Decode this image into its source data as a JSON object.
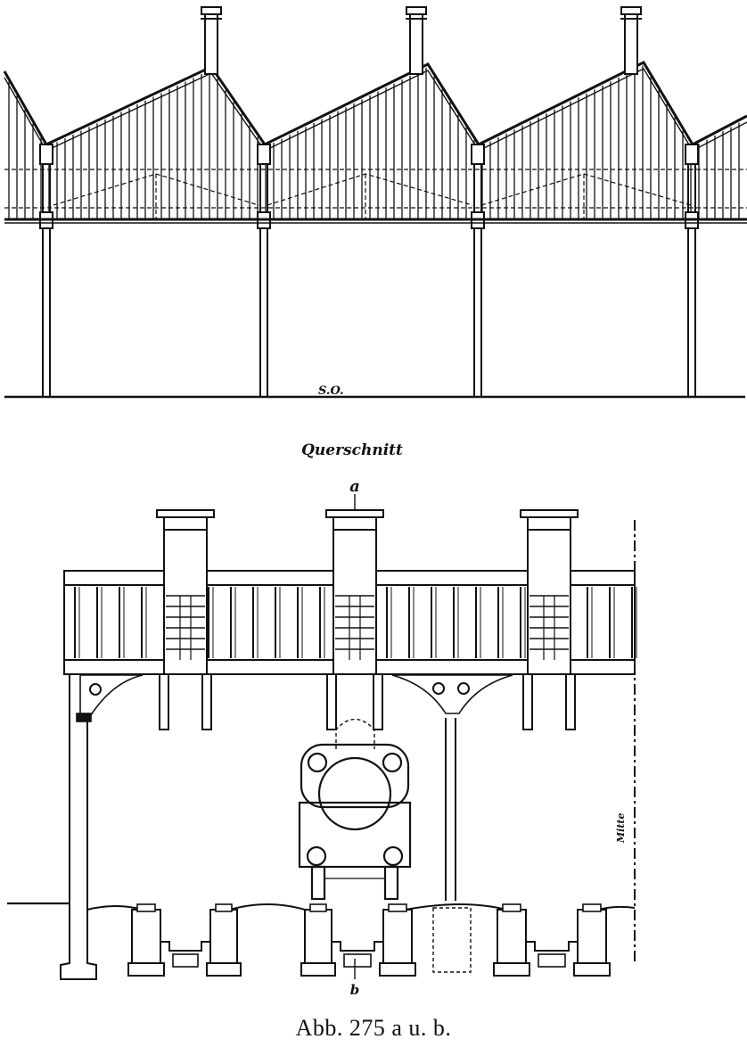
{
  "figure": {
    "section_label": "Querschnitt",
    "mark_a": "a",
    "mark_b": "b",
    "ground_label": "S.O.",
    "side_label": "Mitte",
    "caption": "Abb. 275 a u. b."
  },
  "colors": {
    "ink": "#111111",
    "paper": "#ffffff"
  }
}
